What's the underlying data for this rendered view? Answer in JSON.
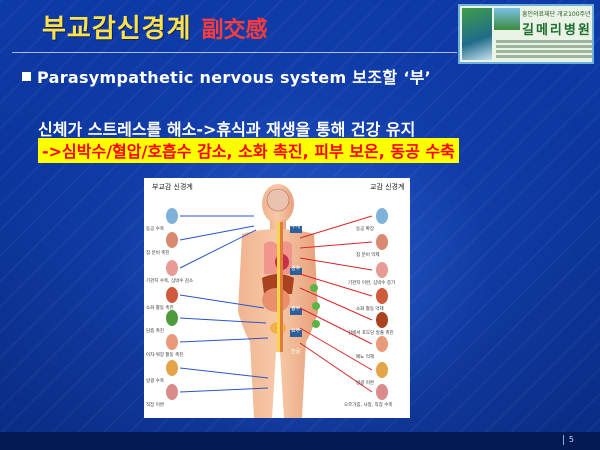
{
  "title": {
    "korean": "부교감신경계",
    "hanja": "副交感"
  },
  "logo": {
    "small_text": "흥인의료재단 개교100주년",
    "name": "길메리병원"
  },
  "bullet": {
    "text": "Parasympathetic nervous system 보조할 ‘부’"
  },
  "body": {
    "line1": "신체가 스트레스를 해소->휴식과 재생을 통해 건강 유지",
    "line2": "->심박수/혈압/호흡수 감소, 소화 촉진, 피부 보온, 동공 수축"
  },
  "figure": {
    "left_title": "부교감 신경계",
    "right_title": "교감 신경계",
    "left_labels": [
      "동공 수축",
      "침 분비 촉진",
      "기관지 수축, 심박수 감소",
      "소화 활동 촉진",
      "담즙 촉진",
      "이자·위장 활동 촉진",
      "방광 수축",
      "직장 이완"
    ],
    "right_labels": [
      "동공 확장",
      "침 분비 억제",
      "기관지 이완, 심박수 증가",
      "소화 활동 억제",
      "간에서 포도당 방출 촉진",
      "배뇨 억제",
      "방광 이완",
      "오르가즘, 사정, 직장 수축"
    ],
    "spine_labels": [
      "두개",
      "경추",
      "흉부",
      "요추",
      "천골"
    ]
  },
  "colors": {
    "title_yellow": "#ffe14a",
    "hanja_red": "#ff3b3b",
    "highlight": "#ffff00",
    "highlight_text": "#ff0000",
    "slide_blue": "#0c3599"
  },
  "page_number": "5"
}
